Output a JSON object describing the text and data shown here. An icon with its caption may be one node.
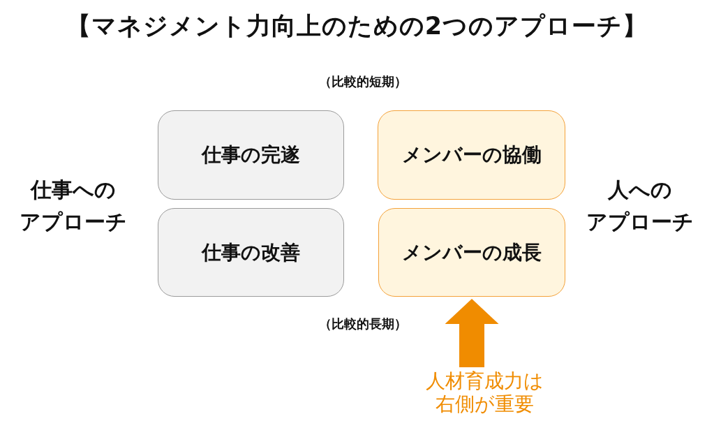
{
  "diagram": {
    "title": "【マネジメント力向上のための2つのアプローチ】",
    "nodes": [
      {
        "text": [
          "仕事の完遂"
        ]
      },
      {
        "text": [
          "メンバーの協働"
        ]
      },
      {
        "text": [
          "仕事の改善"
        ]
      },
      {
        "text": [
          "メンバーの成長"
        ]
      },
      {
        "text": [
          "人材育成力は右側が重要"
        ]
      }
    ],
    "edges": [
      {
        "from": 4,
        "to": 3,
        "arrow": "to",
        "color": "#f08c00"
      }
    ],
    "labels": [
      "（比較的短期）",
      "仕事へのアプローチ",
      "人へのアプローチ",
      "（比較的長期）"
    ]
  }
}
